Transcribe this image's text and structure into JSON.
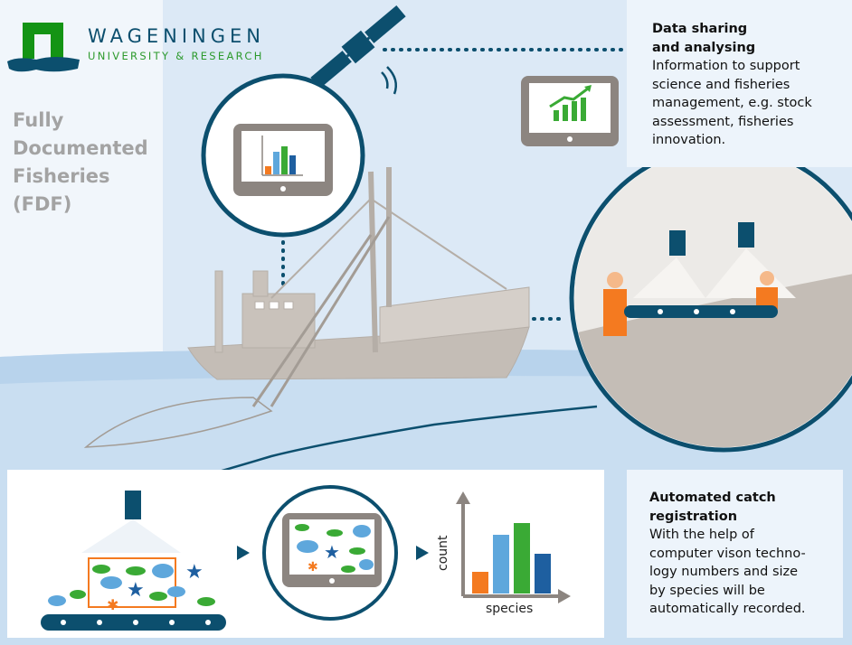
{
  "logo": {
    "name": "WAGENINGEN",
    "subtitle": "UNIVERSITY & RESEARCH"
  },
  "title": {
    "line1": "Fully",
    "line2": "Documented",
    "line3": "Fisheries",
    "line4": "(FDF)"
  },
  "data_sharing": {
    "heading1": "Data sharing",
    "heading2": "and analysing",
    "body": [
      "Information to support",
      "science and fisheries",
      "management, e.g. stock",
      "assessment, fisheries",
      "innovation."
    ]
  },
  "catch_registration": {
    "heading1": "Automated catch",
    "heading2": "registration",
    "body": [
      "With the help of",
      "computer vison techno-",
      "logy numbers and size",
      "by species will be",
      "automatically recorded."
    ]
  },
  "mini_chart": {
    "ylabel": "count",
    "xlabel": "species"
  },
  "colors": {
    "navy": "#0c4f6e",
    "green": "#3aaa35",
    "blue": "#5ea7dc",
    "orange": "#f47a20",
    "darkblue": "#1e5fa0",
    "grey": "#8c8580"
  }
}
